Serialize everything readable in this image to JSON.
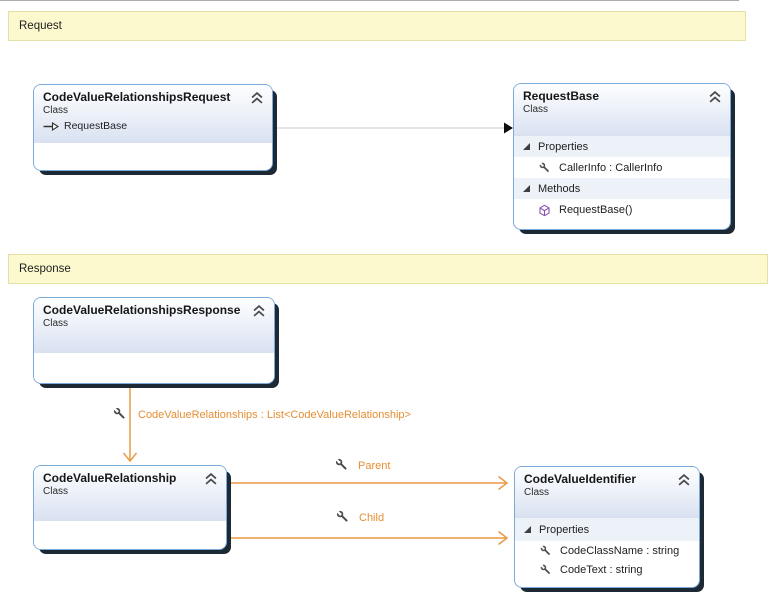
{
  "diagram": {
    "bands": [
      {
        "label": "Request"
      },
      {
        "label": "Response"
      }
    ],
    "boxes": {
      "cvRequest": {
        "title": "CodeValueRelationshipsRequest",
        "stereotype": "Class",
        "base": "RequestBase"
      },
      "requestBase": {
        "title": "RequestBase",
        "stereotype": "Class",
        "sections": [
          {
            "header": "Properties",
            "items": [
              {
                "kind": "property",
                "label": "CallerInfo : CallerInfo"
              }
            ]
          },
          {
            "header": "Methods",
            "items": [
              {
                "kind": "method",
                "label": "RequestBase()"
              }
            ]
          }
        ]
      },
      "cvResponse": {
        "title": "CodeValueRelationshipsResponse",
        "stereotype": "Class"
      },
      "cvRelationship": {
        "title": "CodeValueRelationship",
        "stereotype": "Class"
      },
      "cvIdentifier": {
        "title": "CodeValueIdentifier",
        "stereotype": "Class",
        "sections": [
          {
            "header": "Properties",
            "items": [
              {
                "kind": "property",
                "label": "CodeClassName : string"
              },
              {
                "kind": "property",
                "label": "CodeText : string"
              }
            ]
          }
        ]
      }
    },
    "connectors": {
      "collection": {
        "label": "CodeValueRelationships : List<CodeValueRelationship>"
      },
      "parent": {
        "label": "Parent"
      },
      "child": {
        "label": "Child"
      }
    },
    "colors": {
      "orange_line": "#e89a44",
      "orange_text": "#e78e33",
      "box_border": "#7ca9db",
      "box_shadow": "#1e2936",
      "band_fill": "#fcf9ce",
      "band_border": "#e4e0a6",
      "section_fill": "#edf1f8",
      "inherit_line": "#dedede",
      "inherit_arrow": "#0f0f0f"
    }
  }
}
